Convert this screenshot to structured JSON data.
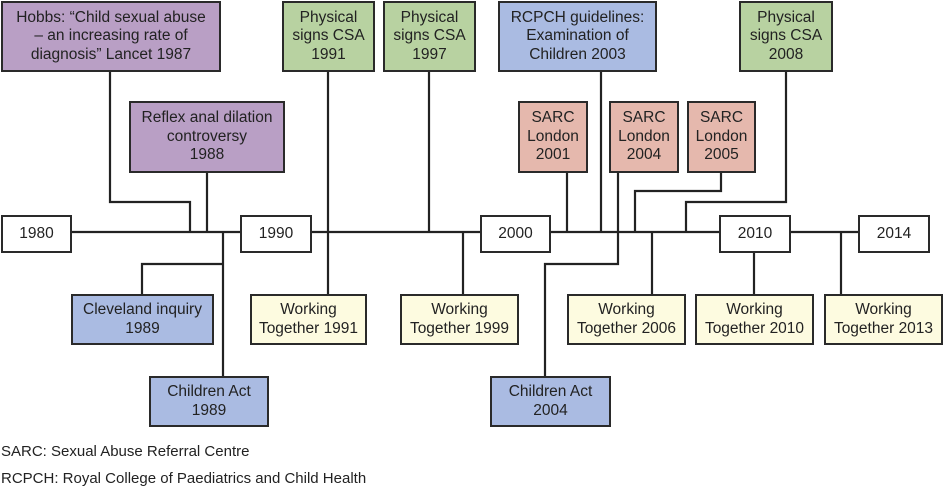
{
  "years": [
    "1980",
    "1990",
    "2000",
    "2010",
    "2014"
  ],
  "events": {
    "hobbs": "Hobbs: “Child sexual abuse\n– an increasing rate of\ndiagnosis” Lancet 1987",
    "reflex": "Reflex anal dilation\ncontroversy\n1988",
    "cleveland": "Cleveland inquiry\n1989",
    "children_act_1989": "Children Act\n1989",
    "physical_1991": "Physical\nsigns CSA\n1991",
    "physical_1997": "Physical\nsigns CSA\n1997",
    "wt_1991": "Working\nTogether 1991",
    "wt_1999": "Working\nTogether 1999",
    "rcpch": "RCPCH guidelines:\nExamination of\nChildren 2003",
    "sarc_2001": "SARC\nLondon\n2001",
    "sarc_2004": "SARC\nLondon\n2004",
    "sarc_2005": "SARC\nLondon\n2005",
    "physical_2008": "Physical\nsigns CSA\n2008",
    "children_act_2004": "Children Act\n2004",
    "wt_2006": "Working\nTogether 2006",
    "wt_2010": "Working\nTogether 2010",
    "wt_2013": "Working\nTogether 2013"
  },
  "footnotes": [
    "SARC: Sexual Abuse Referral Centre",
    "RCPCH: Royal College of Paediatrics and Child Health"
  ],
  "colors": {
    "research": "#b99fc5",
    "physical_signs": "#b8d2a1",
    "legislation": "#aabbe2",
    "sarc": "#e5b8ad",
    "working_together": "#fdfbe0"
  }
}
